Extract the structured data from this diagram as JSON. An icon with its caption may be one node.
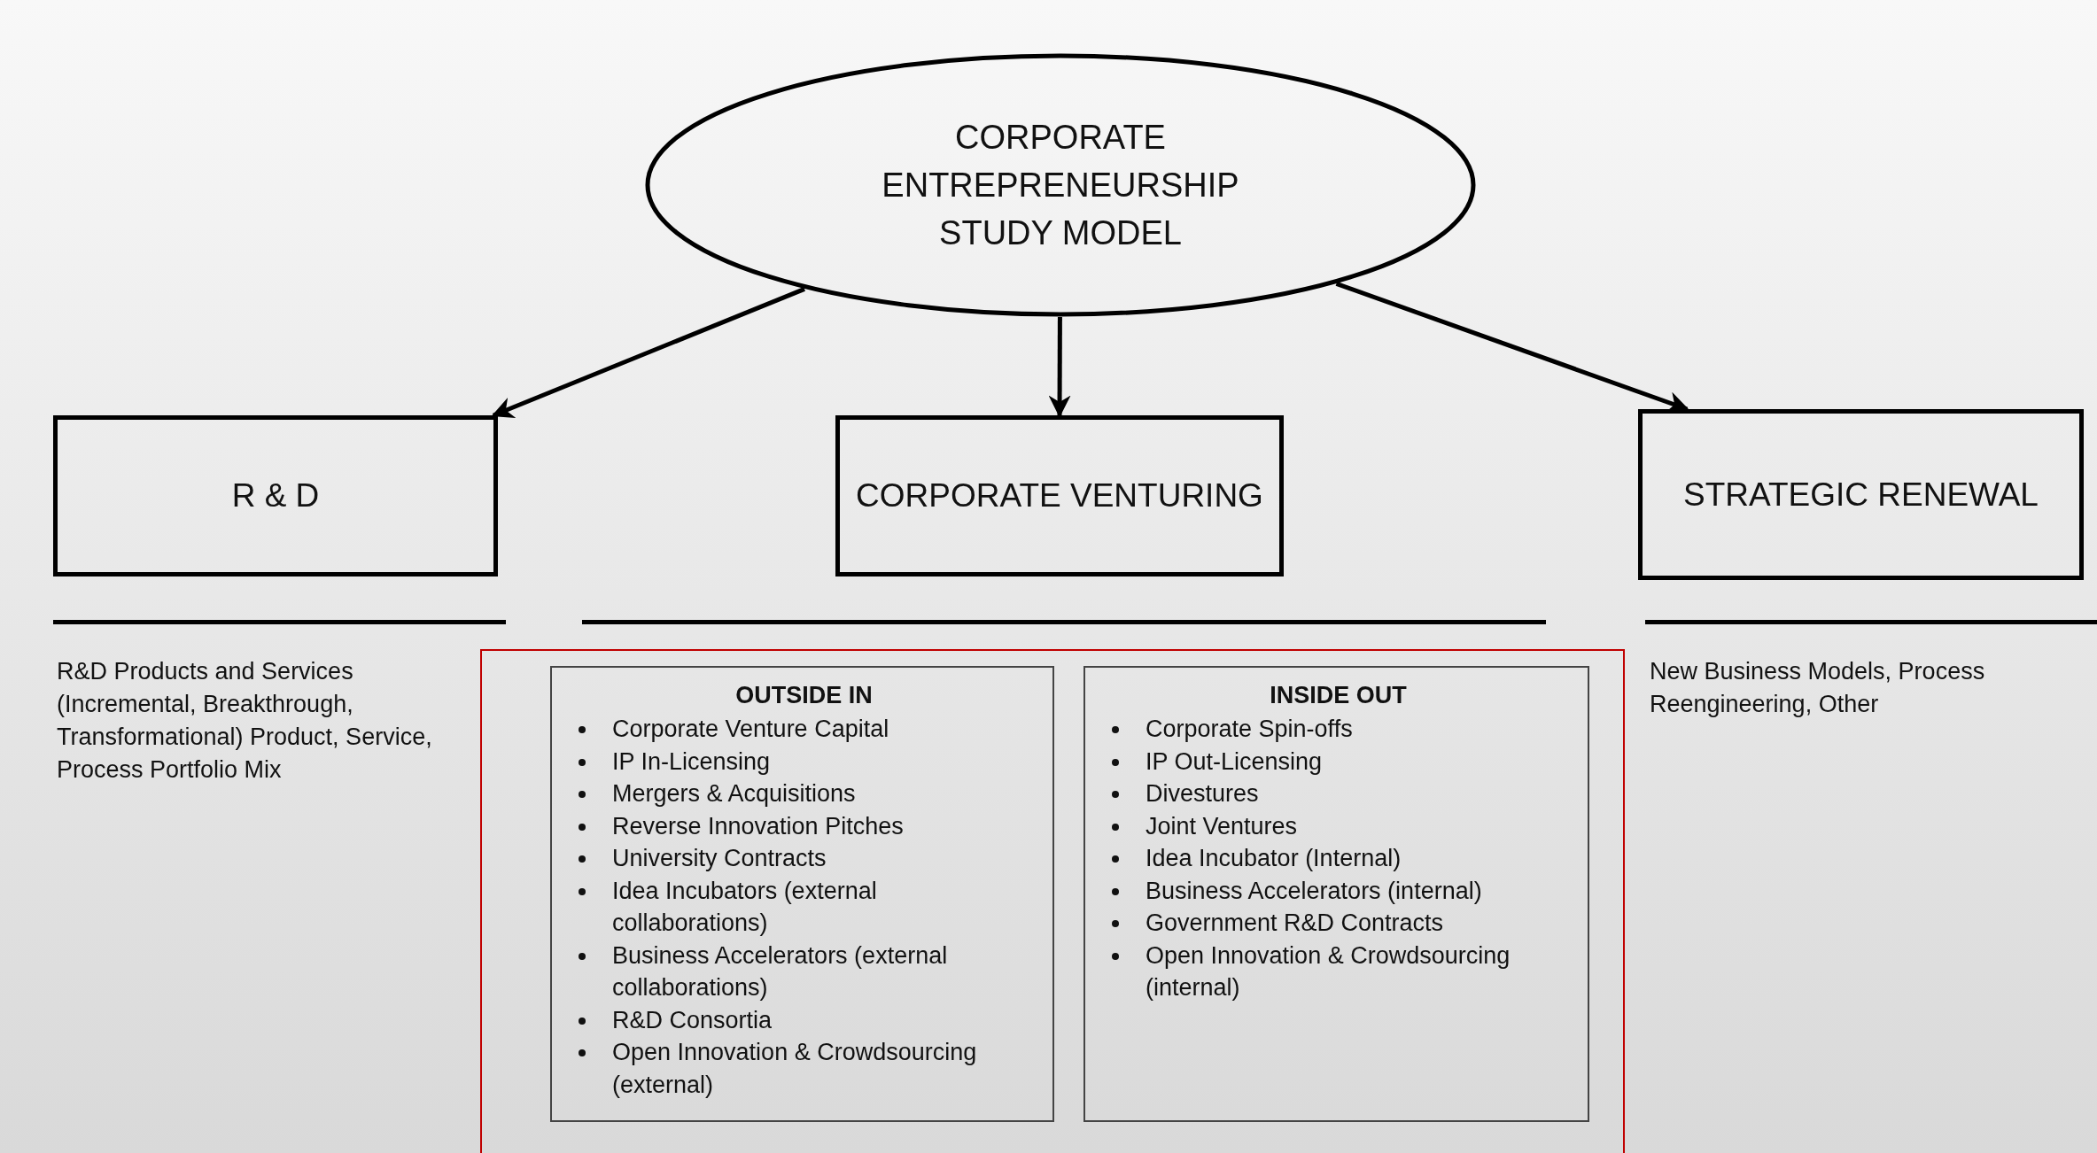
{
  "diagram": {
    "nodes": [
      {
        "text": [
          "CORPORATE ENTREPRENEURSHIP STUDY MODEL"
        ]
      },
      {
        "text": [
          "R & D"
        ],
        "beside": [
          "R&D Products and Services (Incremental, Breakthrough, Transformational) Product, Service, Process Portfolio Mix"
        ]
      },
      {
        "text": [
          "CORPORATE VENTURING"
        ]
      },
      {
        "text": [
          "STRATEGIC RENEWAL"
        ],
        "beside": [
          "New Business Models, Process Reengineering, Other"
        ]
      },
      {
        "text": [],
        "shape": "box"
      },
      {
        "text": [
          "OUTSIDE IN",
          "Corporate Venture Capital",
          "IP In-Licensing",
          "Mergers & Acquisitions",
          "Reverse Innovation Pitches",
          "University Contracts",
          "Idea Incubators (external collaborations)",
          "Business Accelerators (external collaborations)",
          "R&D Consortia",
          "Open Innovation & Crowdsourcing (external)"
        ],
        "in": 4
      },
      {
        "text": [
          "INSIDE OUT",
          "Corporate Spin-offs",
          "IP Out-Licensing",
          "Divestures",
          "Joint Ventures",
          "Idea Incubator (Internal)",
          "Business Accelerators (internal)",
          "Government R&D Contracts",
          "Open Innovation & Crowdsourcing (internal)"
        ],
        "in": 4
      }
    ],
    "edges": [
      {
        "from": 0,
        "to": 1,
        "arrow": "to"
      },
      {
        "from": 0,
        "to": 2,
        "arrow": "to"
      },
      {
        "from": 0,
        "to": 3,
        "arrow": "to"
      }
    ]
  }
}
